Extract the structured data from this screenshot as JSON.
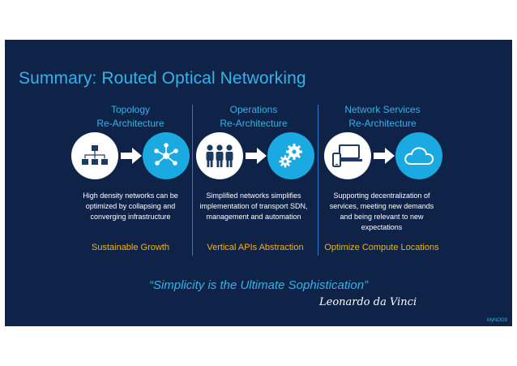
{
  "slide": {
    "title": "Summary: Routed Optical Networking",
    "quote": "“Simplicity is the Ultimate Sophistication”",
    "signature": "Leonardo da Vinci",
    "footer": "MyNOG9"
  },
  "columns": [
    {
      "heading": "Topology\nRe-Architecture",
      "icons": [
        "hierarchy-icon",
        "network-nodes-icon"
      ],
      "description": "High density networks can be optimized by collapsing and converging infrastructure",
      "result": "Sustainable Growth"
    },
    {
      "heading": "Operations\nRe-Architecture",
      "icons": [
        "people-icon",
        "gears-icon"
      ],
      "description": "Simplified networks simplifies implementation of transport SDN, management and automation",
      "result": "Vertical APIs Abstraction"
    },
    {
      "heading": "Network Services\nRe-Architecture",
      "icons": [
        "devices-icon",
        "cloud-icon"
      ],
      "description": "Supporting decentralization of services, meeting new demands and being relevant to new expectations",
      "result": "Optimize Compute Locations"
    }
  ],
  "colors": {
    "background": "#0e2347",
    "accent": "#36b2ea",
    "highlight": "#f3b21b",
    "icon_circle_blue": "#1aa9e1"
  }
}
